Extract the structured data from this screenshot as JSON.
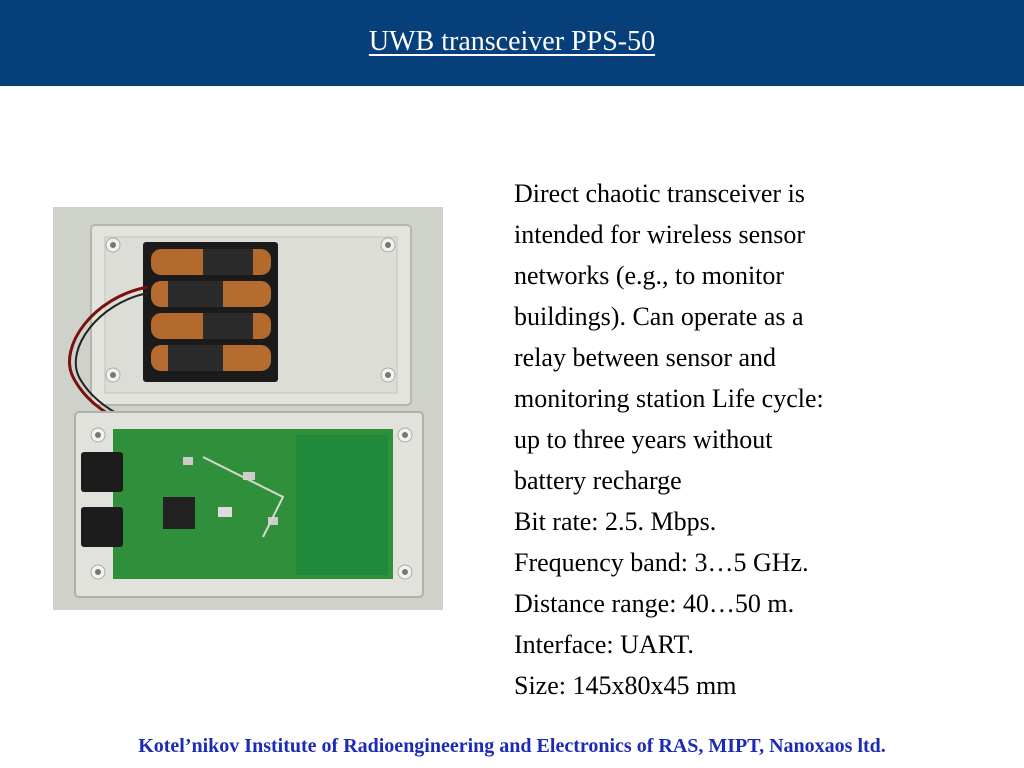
{
  "slide": {
    "title": "UWB transceiver PPS-50",
    "description_lines": [
      "Direct chaotic transceiver is",
      "intended for wireless sensor",
      "networks (e.g., to monitor",
      "buildings). Can operate as a",
      "relay between sensor and",
      "monitoring station Life cycle:",
      "up to three years without",
      "battery recharge"
    ],
    "specs": [
      "Bit rate: 2.5. Mbps.",
      "Frequency band: 3…5 GHz.",
      "Distance range: 40…50 m.",
      "Interface: UART.",
      "Size: 145x80x45 mm"
    ],
    "footer": "Kotel’nikov Institute of Radioengineering and Electronics of RAS, MIPT, Nanoxaos ltd."
  },
  "colors": {
    "header_bg": "#063f7a",
    "title_text": "#ffffff",
    "footer_text": "#1c2bb5",
    "pcb_green": "#2f8f3a"
  },
  "icons": {
    "photo": "device-photo"
  }
}
